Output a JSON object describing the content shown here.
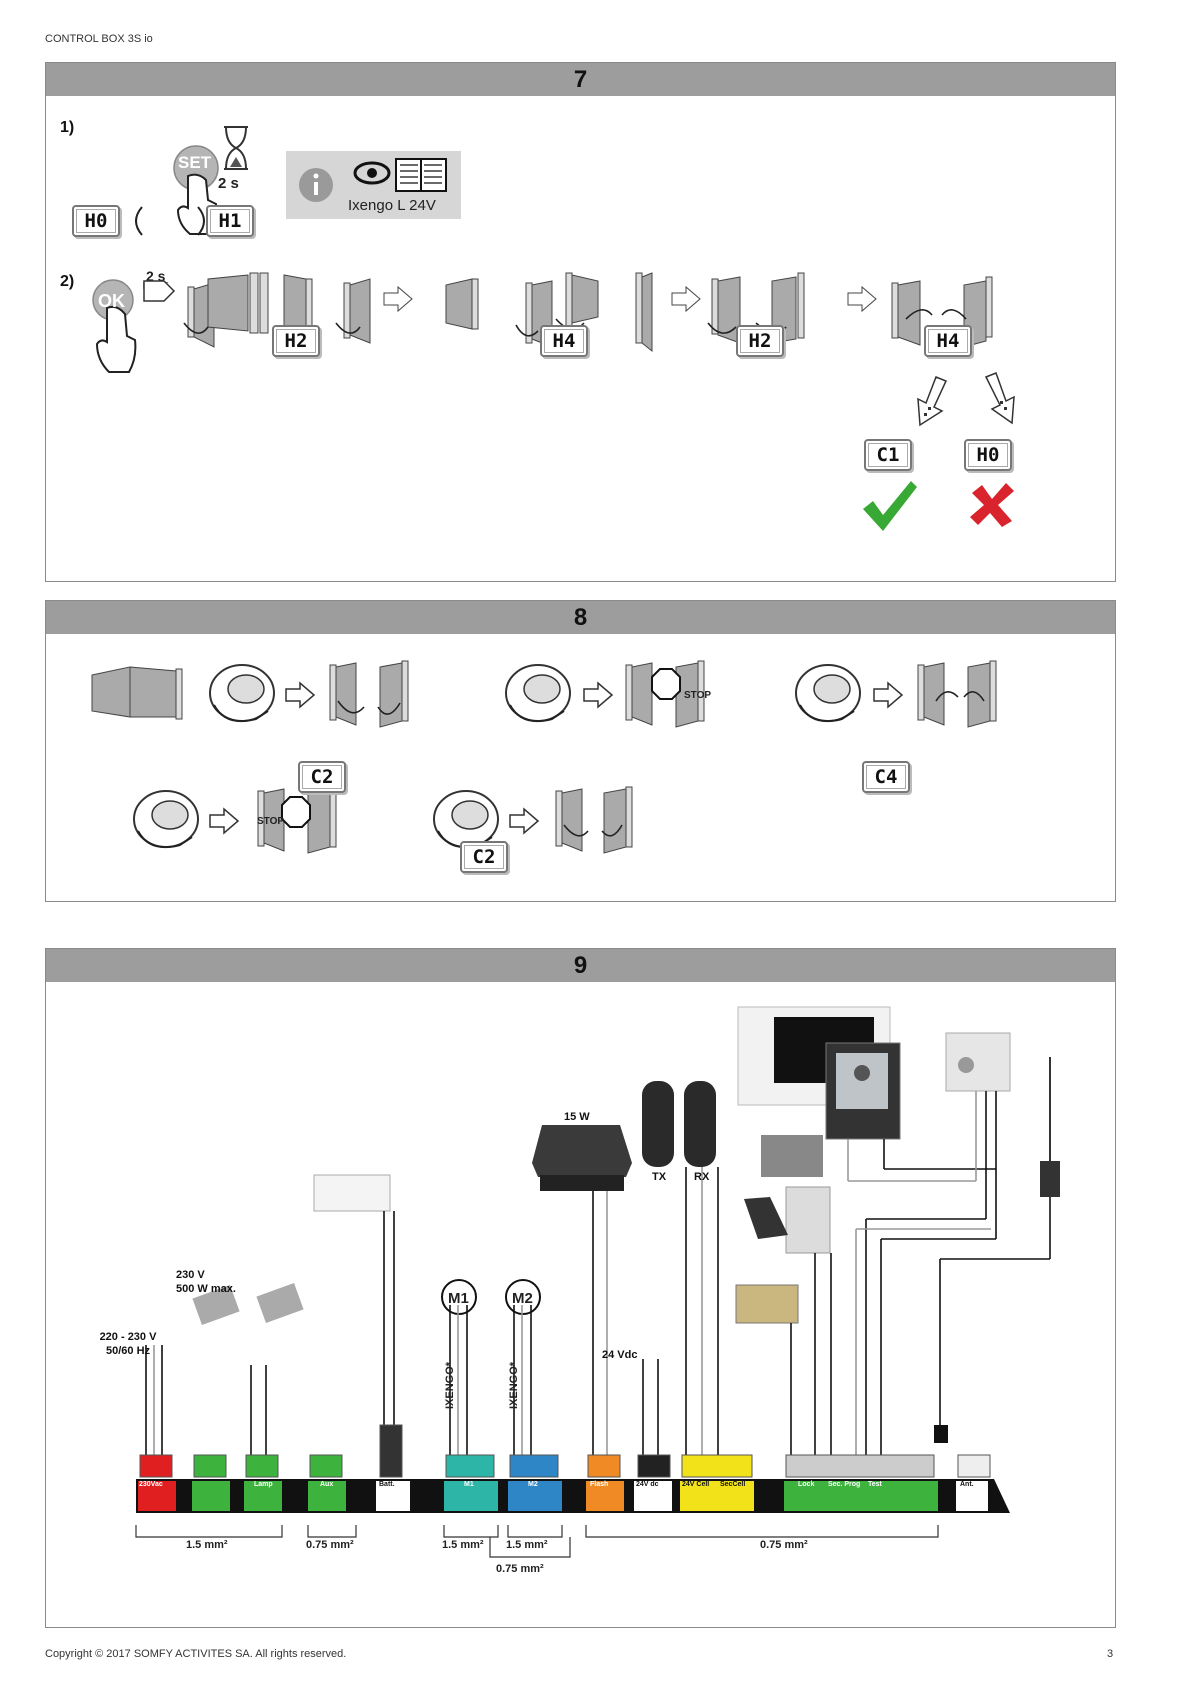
{
  "header": {
    "product": "CONTROL BOX 3S io"
  },
  "footer": {
    "copyright": "Copyright © 2017 SOMFY ACTIVITES SA. All rights reserved.",
    "page": "3"
  },
  "section7": {
    "number": "7",
    "step1_label": "1)",
    "step2_label": "2)",
    "set_button": "SET",
    "press_time": "2 s",
    "hourglass_time": "2 s",
    "ok_button": "OK",
    "info_model": "Ixengo L 24V",
    "codes": {
      "h0": "H0",
      "h1": "H1",
      "h2a": "H2",
      "h4a": "H4",
      "h2b": "H2",
      "h4b": "H4",
      "c1": "C1",
      "h0_fail": "H0"
    }
  },
  "section8": {
    "number": "8",
    "stop_label_1": "STOP",
    "stop_label_2": "STOP",
    "codes": {
      "c2a": "C2",
      "c4": "C4",
      "c2b": "C2"
    }
  },
  "section9": {
    "number": "9",
    "labels": {
      "mains": "220 - 230 V",
      "mains_freq": "50/60 Hz",
      "lamp_v": "230 V",
      "lamp_w": "500 W max.",
      "flash_w": "15 W",
      "vdc": "24 Vdc",
      "tx": "TX",
      "rx": "RX",
      "m1": "M1",
      "m2": "M2",
      "ixengo1": "IXENGO*",
      "ixengo2": "IXENGO*"
    },
    "terminals": [
      "230Vac",
      "Lamp",
      "Aux",
      "Batt.",
      "M1",
      "M2",
      "Flash",
      "24V dc",
      "24V Cell",
      "SecCell",
      "Lock",
      "Sec. Prog",
      "Test",
      "Ant."
    ],
    "wires": {
      "w1": "1.5 mm²",
      "w2": "0.75 mm²",
      "w3": "1.5 mm²",
      "w4": "1.5 mm²",
      "w5": "0.75 mm²",
      "w6": "0.75 mm²"
    }
  },
  "colors": {
    "panel_head": "#9d9d9d",
    "red": "#e02020",
    "green": "#3db33d",
    "teal": "#2db5a8",
    "blue": "#2f86c6",
    "orange": "#f08a24",
    "yellow": "#f2e21a",
    "check": "#39a935",
    "cross": "#d9232d"
  }
}
